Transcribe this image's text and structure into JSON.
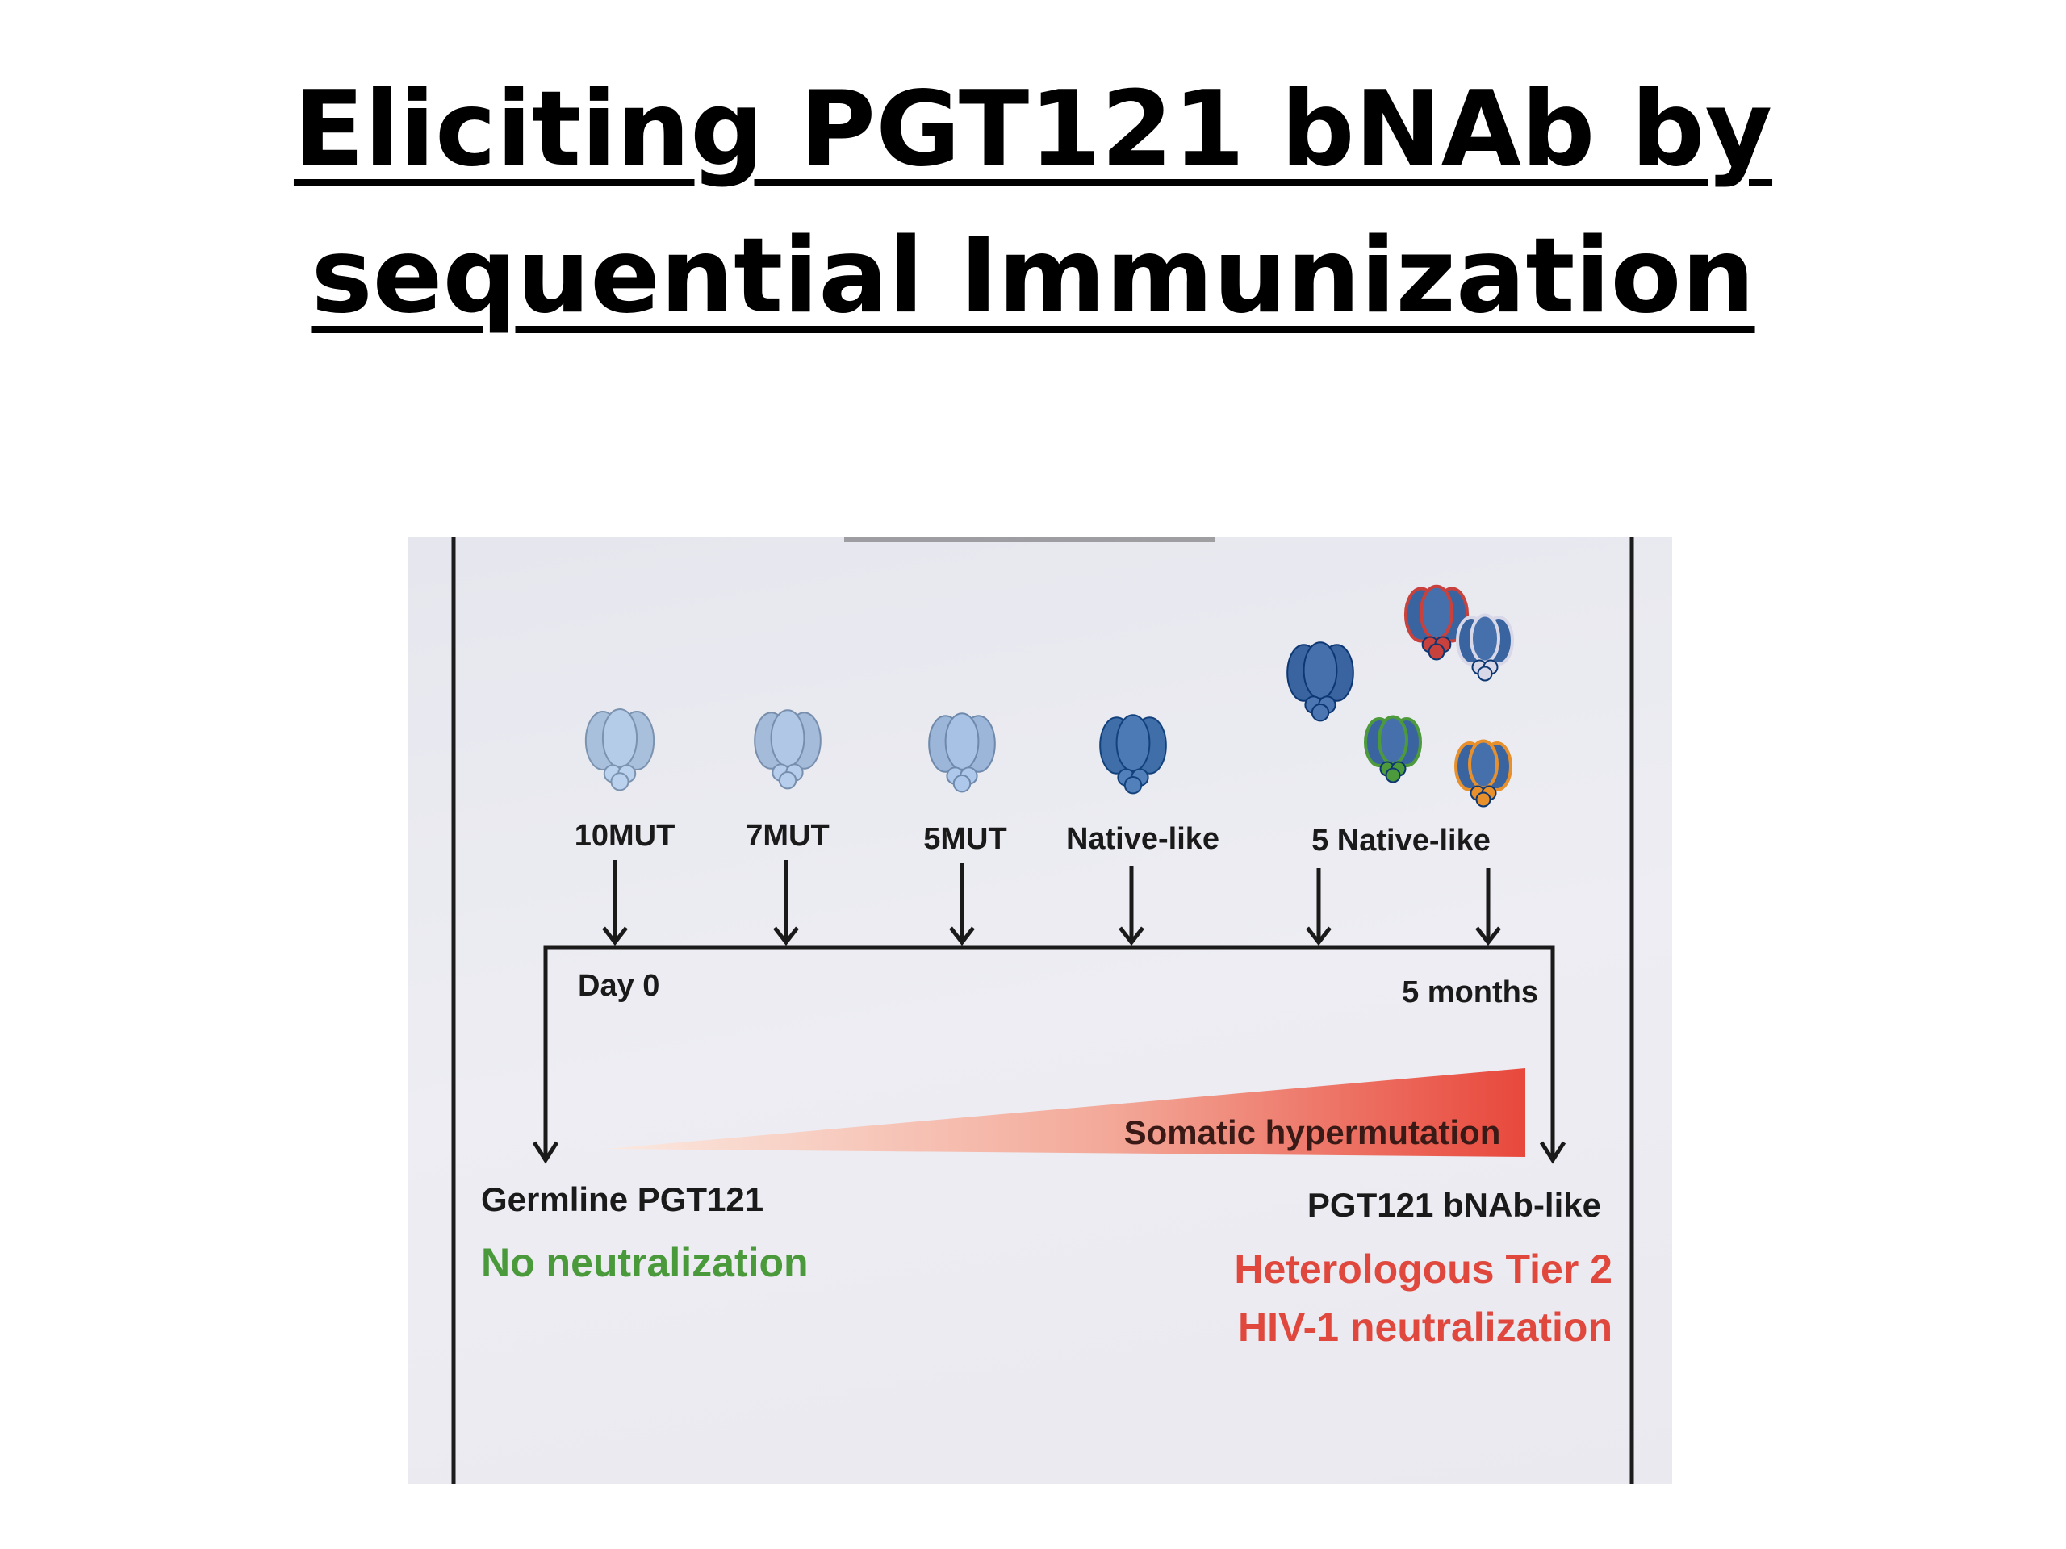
{
  "slide": {
    "title_line1": "Eliciting PGT121 bNAb by",
    "title_line2": "sequential Immunization"
  },
  "diagram": {
    "immunogens": [
      {
        "label": "10MUT",
        "shade": "#a9c0dc"
      },
      {
        "label": "7MUT",
        "shade": "#a4bcda"
      },
      {
        "label": "5MUT",
        "shade": "#9bb6d8"
      },
      {
        "label": "Native-like",
        "shade": "#3f6ea8"
      },
      {
        "label": "5 Native-like",
        "shade": "#3a64a0"
      }
    ],
    "native_variant_accents": [
      "#3a64a0",
      "#c8413c",
      "#d8d8e8",
      "#4c9a3c",
      "#e8902c"
    ],
    "timeline_start": "Day 0",
    "timeline_end": "5 months",
    "gradient_label": "Somatic hypermutation",
    "gradient_color": "#e8483c",
    "left_outcome": {
      "title": "Germline PGT121",
      "result": "No neutralization",
      "result_color": "#4a9a3c"
    },
    "right_outcome": {
      "title": "PGT121 bNAb-like",
      "result_line1": "Heterologous Tier 2",
      "result_line2": "HIV-1 neutralization",
      "result_color": "#e0483e"
    }
  }
}
